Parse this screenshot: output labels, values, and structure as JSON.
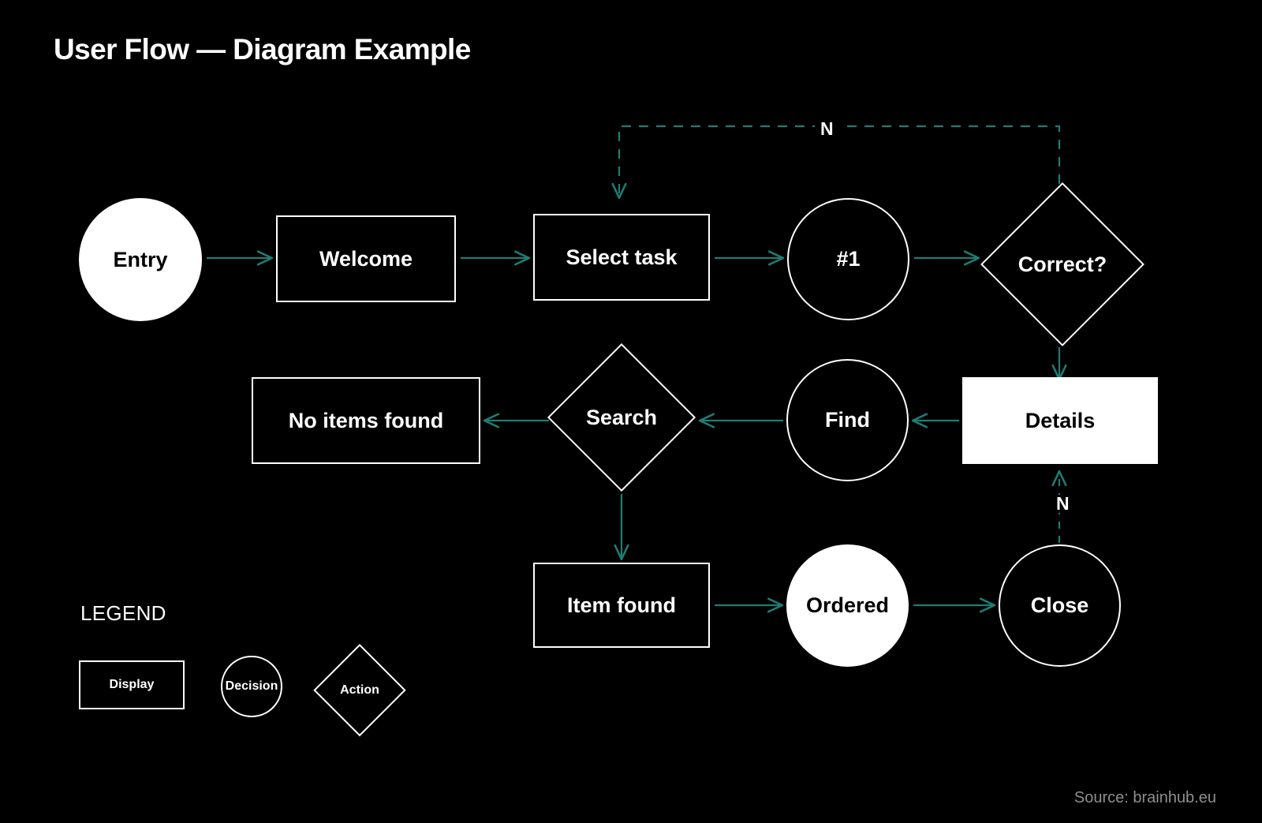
{
  "page": {
    "title": "User Flow — Diagram Example",
    "source": "Source: brainhub.eu",
    "background": "#000000",
    "accent": "#1f7c74",
    "stroke": "#ffffff",
    "source_color": "#8e8e8e"
  },
  "diagram": {
    "type": "flowchart",
    "nodes": [
      {
        "id": "entry",
        "label": "Entry",
        "shape": "circle",
        "fill": "solid",
        "row": 1
      },
      {
        "id": "welcome",
        "label": "Welcome",
        "shape": "rect",
        "fill": "outline",
        "row": 1
      },
      {
        "id": "select_task",
        "label": "Select task",
        "shape": "rect",
        "fill": "outline",
        "row": 1
      },
      {
        "id": "one",
        "label": "#1",
        "shape": "circle",
        "fill": "outline",
        "row": 1
      },
      {
        "id": "correct",
        "label": "Correct?",
        "shape": "diamond",
        "fill": "outline",
        "row": 1
      },
      {
        "id": "no_items",
        "label": "No items found",
        "shape": "rect",
        "fill": "outline",
        "row": 2
      },
      {
        "id": "search",
        "label": "Search",
        "shape": "diamond",
        "fill": "outline",
        "row": 2
      },
      {
        "id": "find",
        "label": "Find",
        "shape": "circle",
        "fill": "outline",
        "row": 2
      },
      {
        "id": "details",
        "label": "Details",
        "shape": "rect",
        "fill": "solid",
        "row": 2
      },
      {
        "id": "item_found",
        "label": "Item found",
        "shape": "rect",
        "fill": "outline",
        "row": 3
      },
      {
        "id": "ordered",
        "label": "Ordered",
        "shape": "circle",
        "fill": "solid",
        "row": 3
      },
      {
        "id": "close",
        "label": "Close",
        "shape": "circle",
        "fill": "outline",
        "row": 3
      }
    ],
    "edges": [
      {
        "from": "entry",
        "to": "welcome",
        "style": "solid",
        "label": ""
      },
      {
        "from": "welcome",
        "to": "select_task",
        "style": "solid",
        "label": ""
      },
      {
        "from": "select_task",
        "to": "one",
        "style": "solid",
        "label": ""
      },
      {
        "from": "one",
        "to": "correct",
        "style": "solid",
        "label": ""
      },
      {
        "from": "correct",
        "to": "select_task",
        "style": "dashed",
        "label": "N"
      },
      {
        "from": "correct",
        "to": "details",
        "style": "solid",
        "label": ""
      },
      {
        "from": "details",
        "to": "find",
        "style": "solid",
        "label": ""
      },
      {
        "from": "find",
        "to": "search",
        "style": "solid",
        "label": ""
      },
      {
        "from": "search",
        "to": "no_items",
        "style": "solid",
        "label": ""
      },
      {
        "from": "search",
        "to": "item_found",
        "style": "solid",
        "label": ""
      },
      {
        "from": "item_found",
        "to": "ordered",
        "style": "solid",
        "label": ""
      },
      {
        "from": "ordered",
        "to": "close",
        "style": "solid",
        "label": ""
      },
      {
        "from": "close",
        "to": "details",
        "style": "dashed",
        "label": "N"
      }
    ],
    "edge_labels": {
      "top": "N",
      "side": "N"
    }
  },
  "legend": {
    "title": "LEGEND",
    "items": [
      {
        "label": "Display",
        "shape": "rect"
      },
      {
        "label": "Decision",
        "shape": "circle"
      },
      {
        "label": "Action",
        "shape": "diamond"
      }
    ]
  }
}
